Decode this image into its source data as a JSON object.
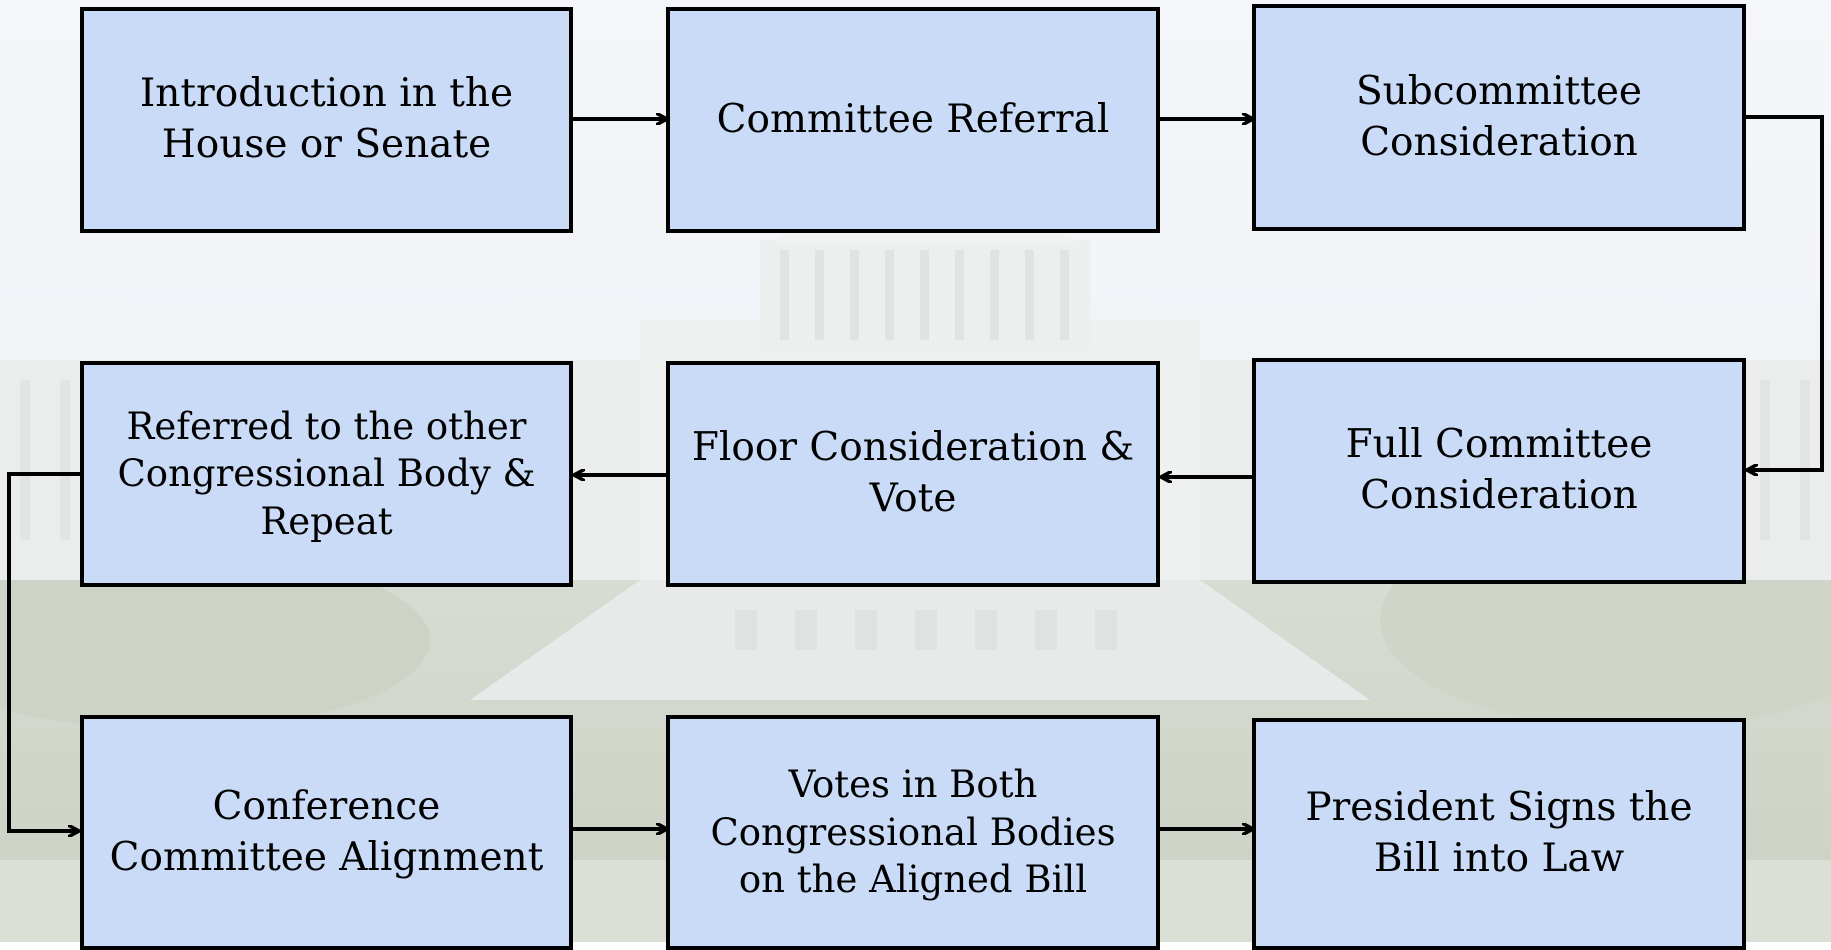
{
  "diagram": {
    "colors": {
      "box_fill": "#c9dbf6",
      "box_border": "#000000",
      "connector": "#000000",
      "background_sky": "#e7edf3",
      "background_building": "#e3e5e4",
      "background_trees": "#b9c2b0"
    },
    "background": {
      "kind": "faded photo of the U.S. Capitol building"
    },
    "steps": [
      {
        "label": "Introduction in the House or Senate"
      },
      {
        "label": "Committee Referral"
      },
      {
        "label": "Subcommittee Consideration"
      },
      {
        "label": "Full Committee Consideration"
      },
      {
        "label": "Floor Consideration & Vote"
      },
      {
        "label": "Referred to the other Congressional Body & Repeat"
      },
      {
        "label": "Conference Committee Alignment"
      },
      {
        "label": "Votes in Both Congressional Bodies on the Aligned Bill"
      },
      {
        "label": "President Signs the Bill into Law"
      }
    ],
    "connections": [
      {
        "from": 0,
        "to": 1
      },
      {
        "from": 1,
        "to": 2
      },
      {
        "from": 2,
        "to": 3
      },
      {
        "from": 3,
        "to": 4
      },
      {
        "from": 4,
        "to": 5
      },
      {
        "from": 5,
        "to": 6
      },
      {
        "from": 6,
        "to": 7
      },
      {
        "from": 7,
        "to": 8
      }
    ]
  }
}
